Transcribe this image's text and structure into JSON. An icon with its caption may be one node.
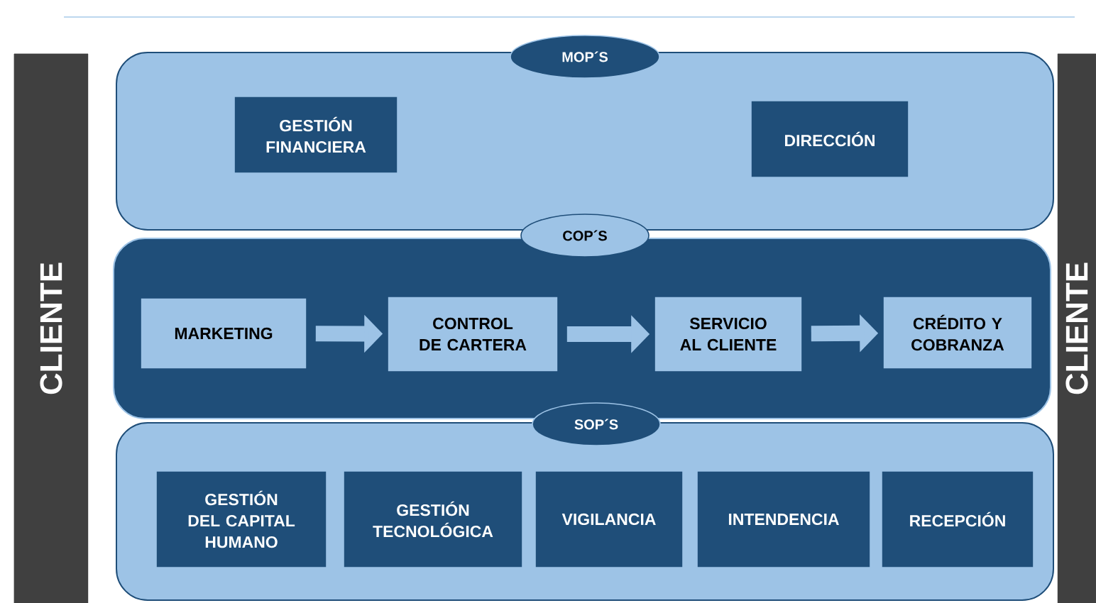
{
  "diagram": {
    "nodes": [
      {
        "text": [
          "CLIENTE"
        ]
      },
      {
        "text": [
          "CLIENTE"
        ]
      },
      {
        "text": [
          "MOP´S"
        ]
      },
      {
        "text": [
          "GESTIÓN FINANCIERA"
        ],
        "in": 2
      },
      {
        "text": [
          "DIRECCIÓN"
        ],
        "in": 2
      },
      {
        "text": [
          "COP´S"
        ]
      },
      {
        "text": [
          "MARKETING"
        ],
        "in": 5
      },
      {
        "text": [
          "CONTROL DE CARTERA"
        ],
        "in": 5
      },
      {
        "text": [
          "SERVICIO AL CLIENTE"
        ],
        "in": 5
      },
      {
        "text": [
          "CRÉDITO Y COBRANZA"
        ],
        "in": 5
      },
      {
        "text": [
          "SOP´S"
        ]
      },
      {
        "text": [
          "GESTIÓN DEL CAPITAL HUMANO"
        ],
        "in": 10
      },
      {
        "text": [
          "GESTIÓN TECNOLÓGICA"
        ],
        "in": 10
      },
      {
        "text": [
          "VIGILANCIA"
        ],
        "in": 10
      },
      {
        "text": [
          "INTENDENCIA"
        ],
        "in": 10
      },
      {
        "text": [
          "RECEPCIÓN"
        ],
        "in": 10
      }
    ],
    "edges": [
      {
        "from": 6,
        "to": 7,
        "arrow": "to"
      },
      {
        "from": 7,
        "to": 8,
        "arrow": "to"
      },
      {
        "from": 8,
        "to": 9,
        "arrow": "to"
      }
    ]
  }
}
